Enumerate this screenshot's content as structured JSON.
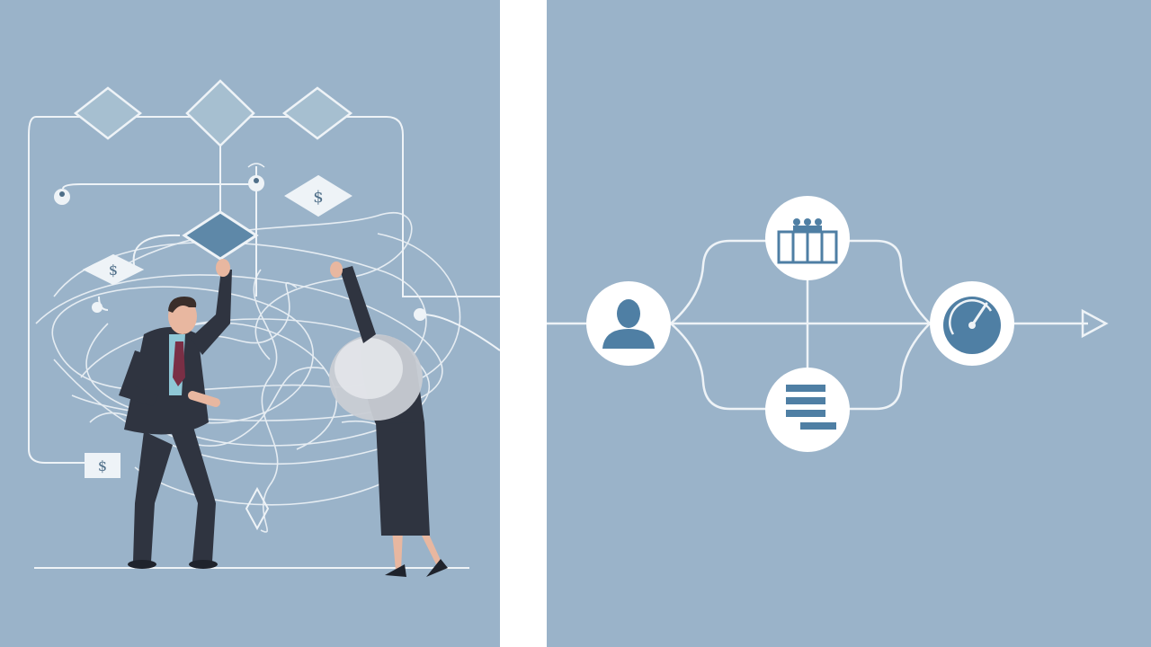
{
  "colors": {
    "background": "#9ab3c9",
    "divider": "#ffffff",
    "line": "#eef3f7",
    "diamond_fill": "#a6bfd0",
    "diamond_dark": "#5e88a8",
    "node_fill": "#ffffff",
    "icon_blue": "#4f7fa4",
    "suit": "#2f3440",
    "skin": "#e8b7a0"
  },
  "left_panel": {
    "scene": "tangled-process",
    "labels": {
      "dollar_node_1": "$",
      "dollar_node_2": "$",
      "dollar_node_3": "$"
    }
  },
  "right_panel": {
    "scene": "streamlined-process",
    "nodes": [
      {
        "name": "user-node",
        "icon": "user-icon"
      },
      {
        "name": "team-node",
        "icon": "team-icon"
      },
      {
        "name": "list-node",
        "icon": "list-icon"
      },
      {
        "name": "gauge-node",
        "icon": "gauge-icon"
      }
    ]
  }
}
